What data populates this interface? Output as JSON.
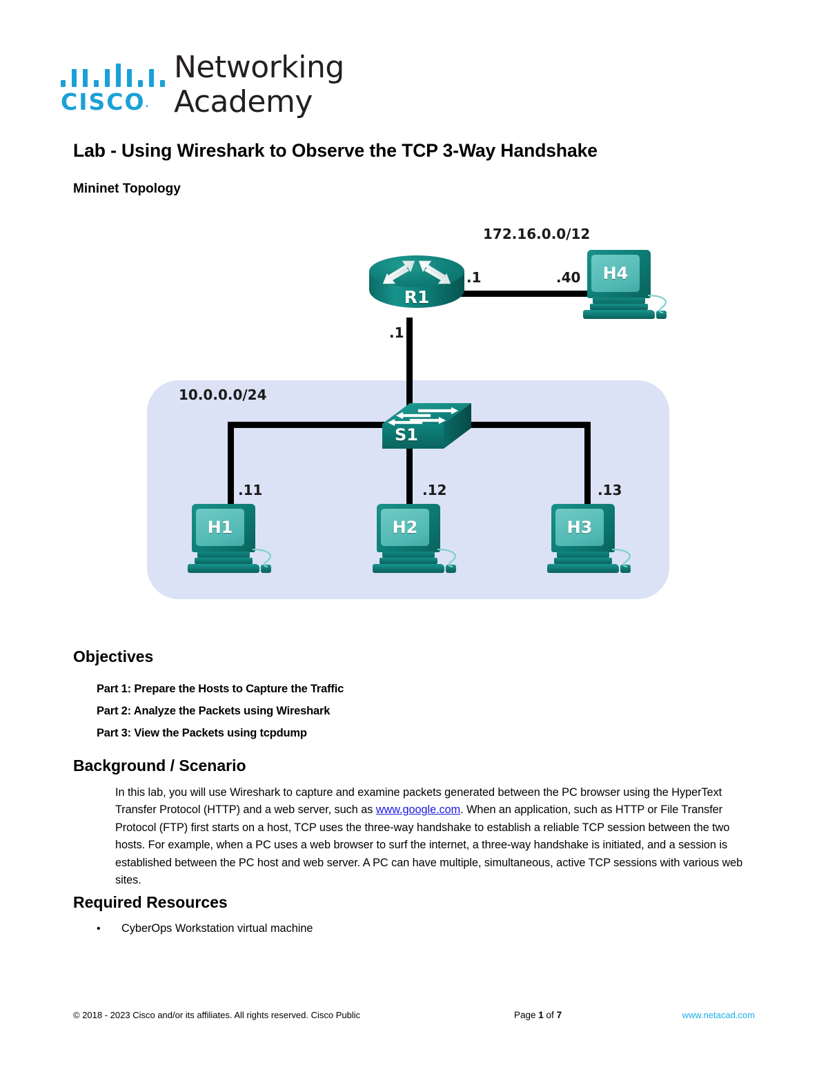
{
  "logo": {
    "brand": "CISCO",
    "trademark": "˙",
    "word1": "Networking",
    "word2": "Academy",
    "bar_color": "#1BA0D7"
  },
  "document": {
    "title": "Lab - Using Wireshark to Observe the TCP 3-Way Handshake",
    "topology_heading": "Mininet Topology"
  },
  "topology": {
    "wan_network": "172.16.0.0/12",
    "lan_network": "10.0.0.0/24",
    "router": {
      "name": "R1",
      "wan_interface": ".1",
      "lan_interface": ".1"
    },
    "switch": {
      "name": "S1"
    },
    "hosts": [
      {
        "name": "H4",
        "address": ".40"
      },
      {
        "name": "H1",
        "address": ".11"
      },
      {
        "name": "H2",
        "address": ".12"
      },
      {
        "name": "H3",
        "address": ".13"
      }
    ],
    "colors": {
      "device_teal": "#0e827b",
      "screen_teal": "#56bbb6",
      "lan_background": "#dbe2f5",
      "link": "#000000"
    }
  },
  "objectives": {
    "heading": "Objectives",
    "items": [
      "Part 1: Prepare the Hosts to Capture the Traffic",
      "Part 2: Analyze the Packets using Wireshark",
      "Part 3: View the Packets using tcpdump"
    ]
  },
  "background": {
    "heading": "Background / Scenario",
    "text_before_link": "In this lab, you will use Wireshark to capture and examine packets generated between the PC browser using the HyperText Transfer Protocol (HTTP) and a web server, such as ",
    "link_text": "www.google.com",
    "text_after_link": ". When an application, such as HTTP or File Transfer Protocol (FTP) first starts on a host, TCP uses the three-way handshake to establish a reliable TCP session between the two hosts. For example, when a PC uses a web browser to surf the internet, a three-way handshake is initiated, and a session is established between the PC host and web server. A PC can have multiple, simultaneous, active TCP sessions with various web sites."
  },
  "resources": {
    "heading": "Required Resources",
    "bullet": "•",
    "items": [
      "CyberOps Workstation virtual machine"
    ]
  },
  "footer": {
    "copyright": "© 2018 - 2023 Cisco and/or its affiliates. All rights reserved. Cisco Public",
    "page_prefix": "Page ",
    "page_number": "1",
    "page_middle": " of ",
    "page_total": "7",
    "url": "www.netacad.com",
    "url_color": "#18b0e8"
  }
}
